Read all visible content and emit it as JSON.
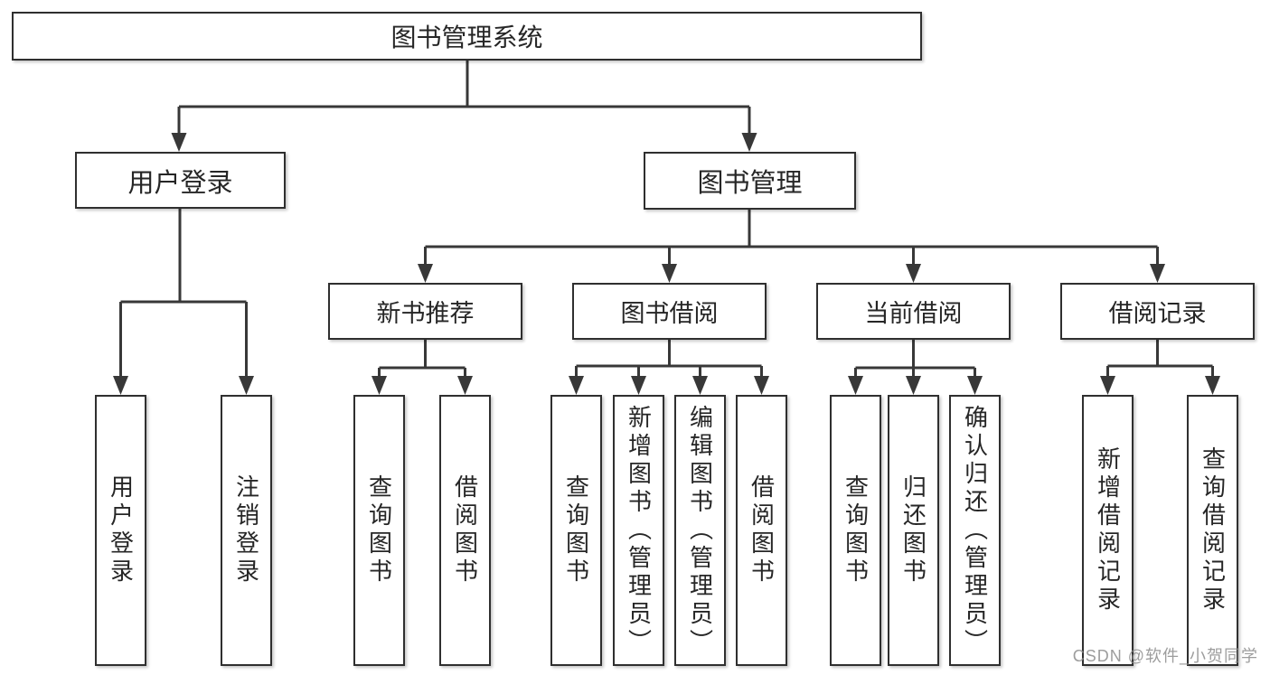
{
  "tree": {
    "root": {
      "label": "图书管理系统",
      "children": [
        {
          "label": "用户登录",
          "children": [
            {
              "label": "用户登录"
            },
            {
              "label": "注销登录"
            }
          ]
        },
        {
          "label": "图书管理",
          "children": [
            {
              "label": "新书推荐",
              "children": [
                {
                  "label": "查询图书"
                },
                {
                  "label": "借阅图书"
                }
              ]
            },
            {
              "label": "图书借阅",
              "children": [
                {
                  "label": "查询图书"
                },
                {
                  "label": "新增图书（管理员）"
                },
                {
                  "label": "编辑图书（管理员）"
                },
                {
                  "label": "借阅图书"
                }
              ]
            },
            {
              "label": "当前借阅",
              "children": [
                {
                  "label": "查询图书"
                },
                {
                  "label": "归还图书"
                },
                {
                  "label": "确认归还（管理员）"
                }
              ]
            },
            {
              "label": "借阅记录",
              "children": [
                {
                  "label": "新增借阅记录"
                },
                {
                  "label": "查询借阅记录"
                }
              ]
            }
          ]
        }
      ]
    }
  },
  "watermark": {
    "text": "CSDN @软件_小贺同学"
  },
  "colors": {
    "line": "#383838",
    "border": "#2f2f2f",
    "text": "#262626",
    "watermark": "#8c8c8c"
  }
}
